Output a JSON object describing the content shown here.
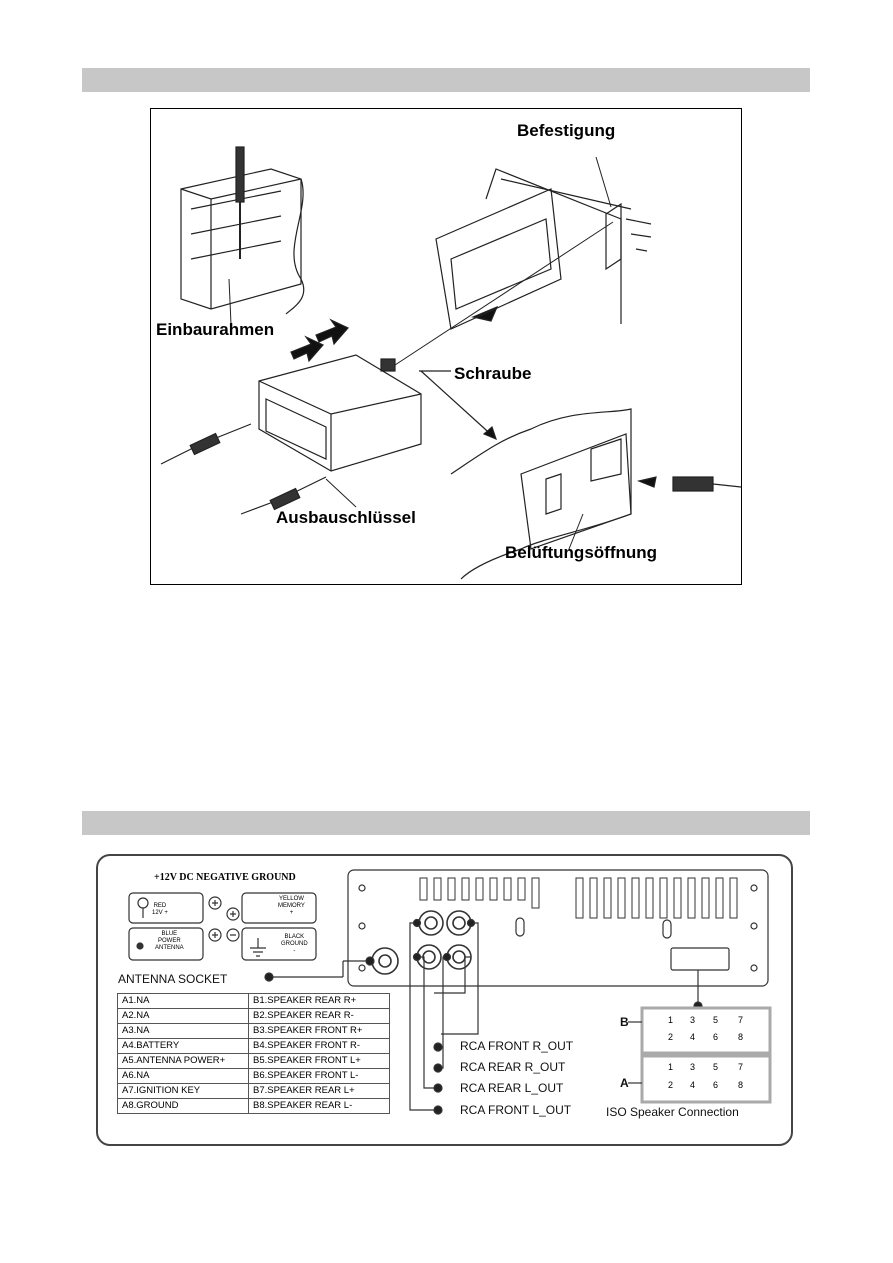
{
  "installation": {
    "labels": {
      "befestigung": "Befestigung",
      "einbaurahmen": "Einbaurahmen",
      "schraube": "Schraube",
      "ausbauschluessel": "Ausbauschlüssel",
      "belueftung": "Belüftungsöffnung"
    }
  },
  "wiring": {
    "title": "+12V DC NEGATIVE GROUND",
    "red": [
      "RED",
      "12V +"
    ],
    "blue": [
      "BLUE",
      "POWER",
      "ANTENNA"
    ],
    "yellow": [
      "YELLOW",
      "MEMORY",
      "+"
    ],
    "black": [
      "BLACK",
      "GROUND",
      "-"
    ],
    "antenna_socket": "ANTENNA SOCKET",
    "pins_a": [
      "A1.NA",
      "A2.NA",
      "A3.NA",
      "A4.BATTERY",
      "A5.ANTENNA POWER+",
      "A6.NA",
      "A7.IGNITION KEY",
      "A8.GROUND"
    ],
    "pins_b": [
      "B1.SPEAKER REAR R+",
      "B2.SPEAKER REAR R-",
      "B3.SPEAKER FRONT R+",
      "B4.SPEAKER FRONT R-",
      "B5.SPEAKER FRONT L+",
      "B6.SPEAKER FRONT L-",
      "B7.SPEAKER REAR L+",
      "B8.SPEAKER REAR L-"
    ],
    "rca": [
      "RCA FRONT R_OUT",
      "RCA REAR R_OUT",
      "RCA REAR L_OUT",
      "RCA FRONT L_OUT"
    ],
    "iso_label": "ISO Speaker Connection",
    "connector_b": "B",
    "connector_a": "A",
    "iso_numbers": [
      "1",
      "3",
      "5",
      "7",
      "2",
      "4",
      "6",
      "8"
    ]
  }
}
